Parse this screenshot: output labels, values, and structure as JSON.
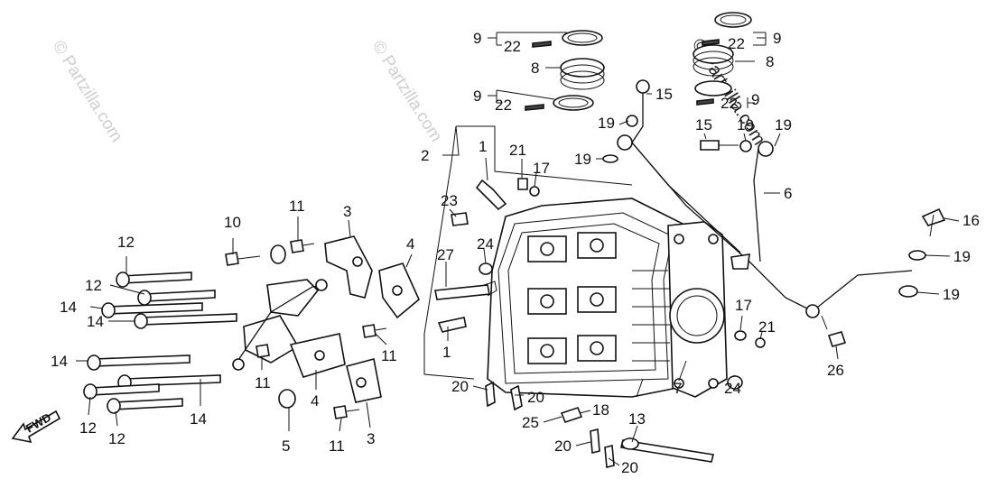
{
  "watermarks": [
    {
      "text": "© Partzilla.com"
    },
    {
      "text": "© Partzilla.com"
    },
    {
      "text": "© Partzilla.com"
    }
  ],
  "fwd_label": "FWD",
  "callouts": [
    {
      "id": "c1",
      "label": "9"
    },
    {
      "id": "c2",
      "label": "22"
    },
    {
      "id": "c3",
      "label": "8"
    },
    {
      "id": "c4",
      "label": "9"
    },
    {
      "id": "c5",
      "label": "22"
    },
    {
      "id": "c6",
      "label": "2"
    },
    {
      "id": "c7",
      "label": "1"
    },
    {
      "id": "c8",
      "label": "21"
    },
    {
      "id": "c9",
      "label": "17"
    },
    {
      "id": "c10",
      "label": "23"
    },
    {
      "id": "c11",
      "label": "27"
    },
    {
      "id": "c12",
      "label": "24"
    },
    {
      "id": "c13",
      "label": "1"
    },
    {
      "id": "c14",
      "label": "20"
    },
    {
      "id": "c15",
      "label": "20"
    },
    {
      "id": "c16",
      "label": "18"
    },
    {
      "id": "c17",
      "label": "25"
    },
    {
      "id": "c18",
      "label": "20"
    },
    {
      "id": "c19",
      "label": "20"
    },
    {
      "id": "c20",
      "label": "13"
    },
    {
      "id": "c21",
      "label": "7"
    },
    {
      "id": "c22",
      "label": "24"
    },
    {
      "id": "c23",
      "label": "17"
    },
    {
      "id": "c24",
      "label": "21"
    },
    {
      "id": "c25",
      "label": "26"
    },
    {
      "id": "c26",
      "label": "6"
    },
    {
      "id": "c27",
      "label": "16"
    },
    {
      "id": "c28",
      "label": "19"
    },
    {
      "id": "c29",
      "label": "19"
    },
    {
      "id": "c30",
      "label": "15"
    },
    {
      "id": "c31",
      "label": "19"
    },
    {
      "id": "c32",
      "label": "19"
    },
    {
      "id": "c33",
      "label": "15"
    },
    {
      "id": "c34",
      "label": "19"
    },
    {
      "id": "c35",
      "label": "19"
    },
    {
      "id": "c36",
      "label": "9"
    },
    {
      "id": "c37",
      "label": "22"
    },
    {
      "id": "c38",
      "label": "8"
    },
    {
      "id": "c39",
      "label": "22"
    },
    {
      "id": "c40",
      "label": "9"
    },
    {
      "id": "c41",
      "label": "3"
    },
    {
      "id": "c42",
      "label": "4"
    },
    {
      "id": "c43",
      "label": "11"
    },
    {
      "id": "c44",
      "label": "10"
    },
    {
      "id": "c45",
      "label": "11"
    },
    {
      "id": "c46",
      "label": "11"
    },
    {
      "id": "c47",
      "label": "4"
    },
    {
      "id": "c48",
      "label": "3"
    },
    {
      "id": "c49",
      "label": "11"
    },
    {
      "id": "c50",
      "label": "5"
    },
    {
      "id": "c51",
      "label": "12"
    },
    {
      "id": "c52",
      "label": "12"
    },
    {
      "id": "c53",
      "label": "14"
    },
    {
      "id": "c54",
      "label": "14"
    },
    {
      "id": "c55",
      "label": "14"
    },
    {
      "id": "c56",
      "label": "12"
    },
    {
      "id": "c57",
      "label": "12"
    },
    {
      "id": "c58",
      "label": "14"
    }
  ]
}
